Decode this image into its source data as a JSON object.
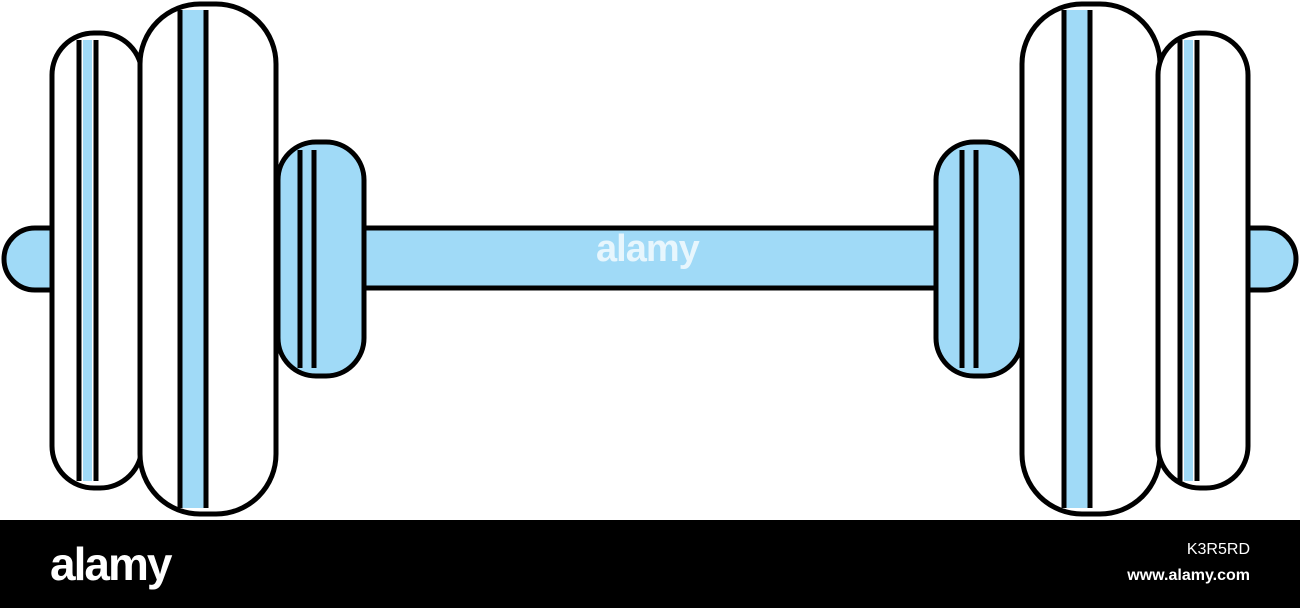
{
  "colors": {
    "background": "#ffffff",
    "outline": "#000000",
    "plate_fill": "#ffffff",
    "accent_fill": "#a0daf7",
    "footer_bg": "#000000",
    "footer_text": "#ffffff"
  },
  "illustration": {
    "subject": "barbell-icon"
  },
  "watermark": {
    "text": "alamy"
  },
  "footer": {
    "brand": "alamy",
    "image_id": "K3R5RD",
    "url": "www.alamy.com"
  }
}
